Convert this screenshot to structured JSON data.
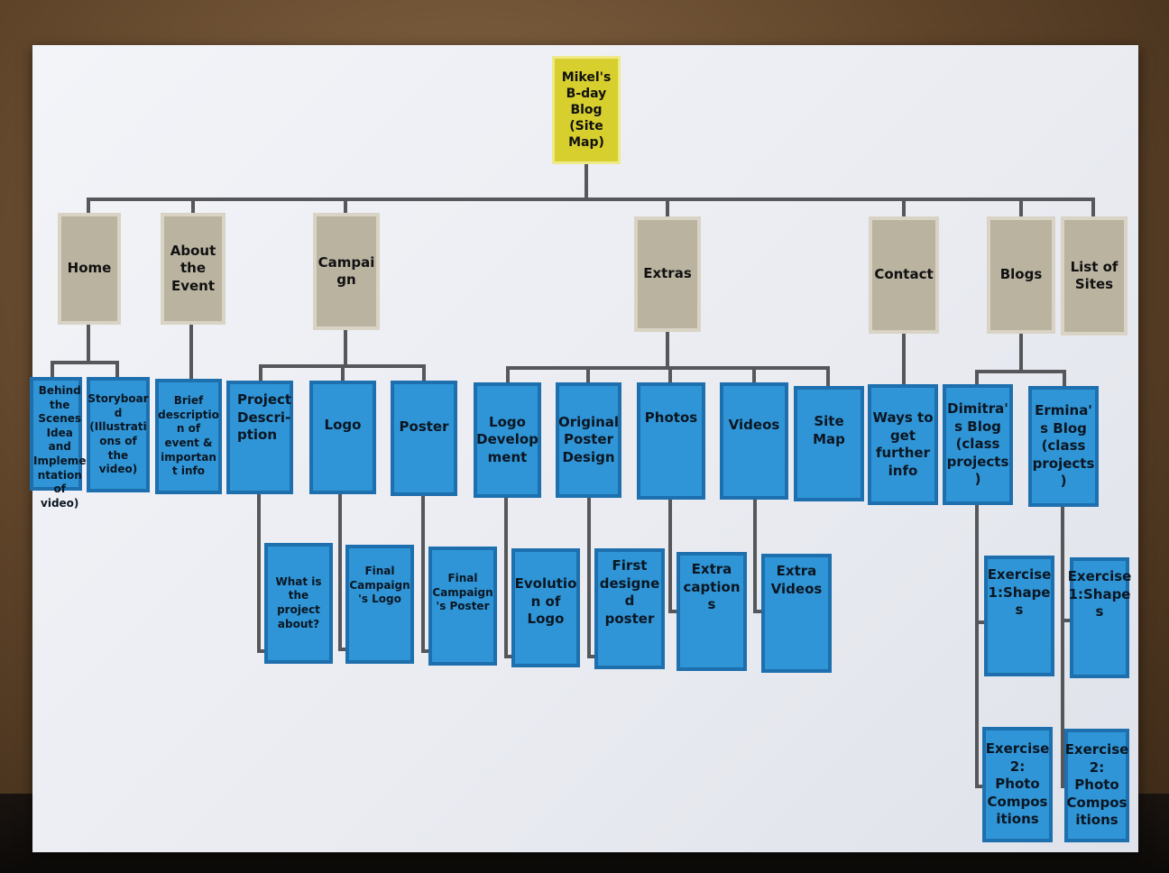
{
  "root": "Mikel's\nB-day\nBlog\n(Site\nMap)",
  "categories": {
    "home": "Home",
    "about": "About\nthe\nEvent",
    "campaign": "Campai\ngn",
    "extras": "Extras",
    "contact": "Contact",
    "blogs": "Blogs",
    "list": "List of\nSites"
  },
  "level2": {
    "behind": "Behind\nthe\nScenes\nIdea and\nImpleme\nntation of\nvideo)",
    "storyboard": "Storyboar\nd\n(Illustrati\nons of the\nvideo)",
    "brief": "Brief\ndescriptio\nn of\nevent &\nimportan\nt info",
    "project_desc": "Project\nDescri-\nption",
    "logo": "Logo",
    "poster": "Poster",
    "logo_dev": "Logo\nDevelop\nment",
    "orig_poster": "Original\nPoster\nDesign",
    "photos": "Photos",
    "videos": "Videos",
    "site_map": "Site\nMap",
    "ways": "Ways to\nget\nfurther\ninfo",
    "dimitra": "Dimitra'\ns Blog\n(class\nprojects\n)",
    "ermina": "Ermina'\ns Blog\n(class\nprojects\n)"
  },
  "level3": {
    "what": "What is\nthe\nproject\nabout?",
    "final_logo": "Final\nCampaign\n's Logo",
    "final_poster": "Final\nCampaign\n's Poster",
    "evolution": "Evolutio\nn of\nLogo",
    "first_poster": "First\ndesigne\nd poster",
    "extra_captions": "Extra\ncaption\ns",
    "extra_videos": "Extra\nVideos",
    "ex1_d": "Exercise\n1:Shape\ns",
    "ex1_e": "Exercise\n1:Shape\ns"
  },
  "level4": {
    "ex2_d": "Exercise\n2:\nPhoto\nCompos\nitions",
    "ex2_e": "Exercise\n2:\nPhoto\nCompos\nitions"
  }
}
